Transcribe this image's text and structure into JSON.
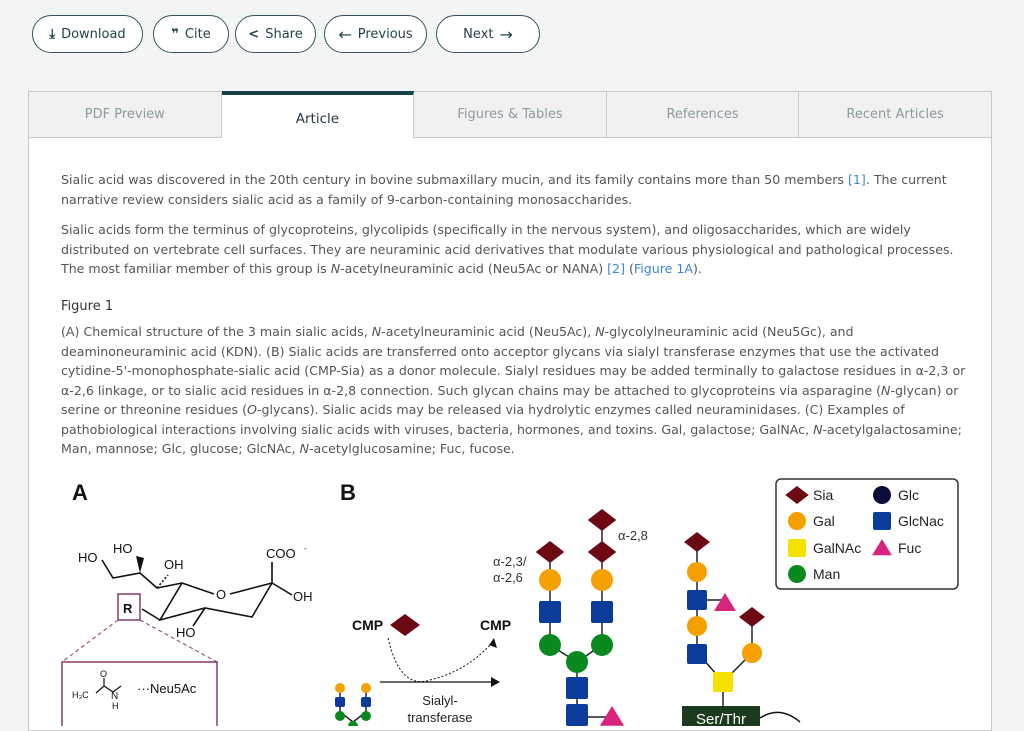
{
  "toolbar": {
    "download": "Download",
    "cite": "Cite",
    "share": "Share",
    "previous": "Previous",
    "next": "Next"
  },
  "tabs": [
    "PDF Preview",
    "Article",
    "Figures & Tables",
    "References",
    "Recent Articles"
  ],
  "article": {
    "p1": "Sialic acid was discovered in the 20th century in bovine submaxillary mucin, and its family contains more than 50 members ",
    "p1_ref": "[1]",
    "p1_end": ". The current narrative review considers sialic acid as a family of 9-carbon-containing monosaccharides.",
    "p2": "Sialic acids form the terminus of glycoproteins, glycolipids (specifically in the nervous system), and oligosaccharides, which are widely distributed on vertebrate cell surfaces. They are neuraminic acid derivatives that modulate various physiological and pathological processes. The most familiar member of this group is ",
    "p2_italic": "N",
    "p2_mid": "-acetylneuraminic acid (Neu5Ac or NANA) ",
    "p2_ref": "[2]",
    "p2_open": " (",
    "p2_fig": "Figure 1A",
    "p2_close": ").",
    "figure_title": "Figure 1",
    "caption": [
      "(A) Chemical structure of the 3 main sialic acids, ",
      "N",
      "-acetylneuraminic acid (Neu5Ac), ",
      "N",
      "-glycolylneuraminic acid (Neu5Gc), and deaminoneuraminic acid (KDN). (B) Sialic acids are transferred onto acceptor glycans via sialyl transferase enzymes that use the activated cytidine-5'-monophosphate-sialic acid (CMP-Sia) as a donor molecule. Sialyl residues may be added terminally to galactose residues in α-2,3 or α-2,6 linkage, or to sialic acid residues in α-2,8 connection. Such glycan chains may be attached to glycoproteins via asparagine (",
      "N",
      "-glycan) or serine or threonine residues (",
      "O",
      "-glycans). Sialic acids may be released via hydrolytic enzymes called neuraminidases. (C) Examples of pathobiological interactions involving sialic acids with viruses, bacteria, hormones, and toxins. Gal, galactose; GalNAc, ",
      "N",
      "-acetylgalactosamine; Man, mannose; Glc, glucose; GlcNAc, ",
      "N",
      "-acetylglucosamine; Fuc, fucose."
    ]
  },
  "figure": {
    "panel_a": "A",
    "panel_b": "B",
    "a_labels": {
      "ho1": "HO",
      "ho2": "HO",
      "oh1": "OH",
      "coo": "COO",
      "coo_sup": "-",
      "oh2": "OH",
      "o_ring": "O",
      "ho3": "HO",
      "r": "R",
      "h3c": "H₃C",
      "o_carbonyl": "O",
      "n": "N",
      "h": "H",
      "neu5ac": "···Neu5Ac"
    },
    "b_labels": {
      "cmp_donor": "CMP",
      "cmp_product": "CMP",
      "enzyme1": "Sialyl-",
      "enzyme2": "transferase",
      "link1": "α-2,3/",
      "link2": "α-2,6",
      "link3": "α-2,8",
      "ser_thr": "Ser/Thr"
    },
    "legend": [
      "Sia",
      "Glc",
      "Gal",
      "GlcNac",
      "GalNAc",
      "Fuc",
      "Man"
    ],
    "colors": {
      "sia": "#6b0a14",
      "gal": "#f5a000",
      "glcnac": "#0b3c9c",
      "man": "#0a8a1e",
      "galnac": "#f6e200",
      "fuc": "#d8247c",
      "glc": "#0b0b3c",
      "box": "#8a3a6a"
    }
  }
}
